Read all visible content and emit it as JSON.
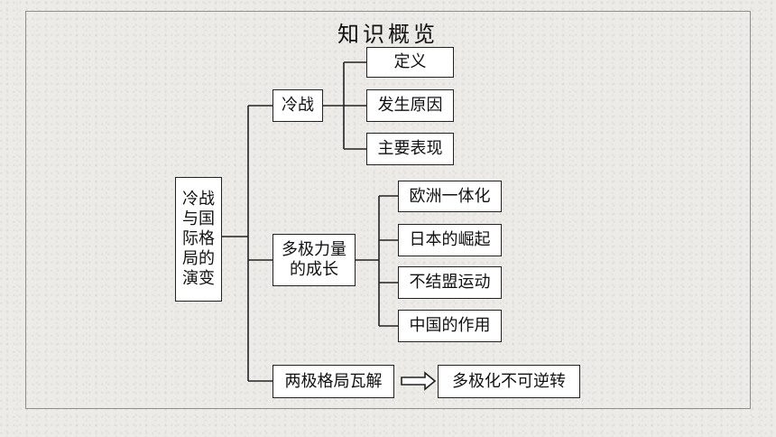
{
  "title": "知识概览",
  "root": "冷战\n与国\n际格\n局的\n演变",
  "branches": {
    "cold_war": {
      "label": "冷战",
      "children": [
        "定义",
        "发生原因",
        "主要表现"
      ]
    },
    "multipolar": {
      "label": "多极力量\n的成长",
      "children": [
        "欧洲一体化",
        "日本的崛起",
        "不结盟运动",
        "中国的作用"
      ]
    },
    "collapse": {
      "label": "两极格局瓦解",
      "result": "多极化不可逆转"
    }
  }
}
